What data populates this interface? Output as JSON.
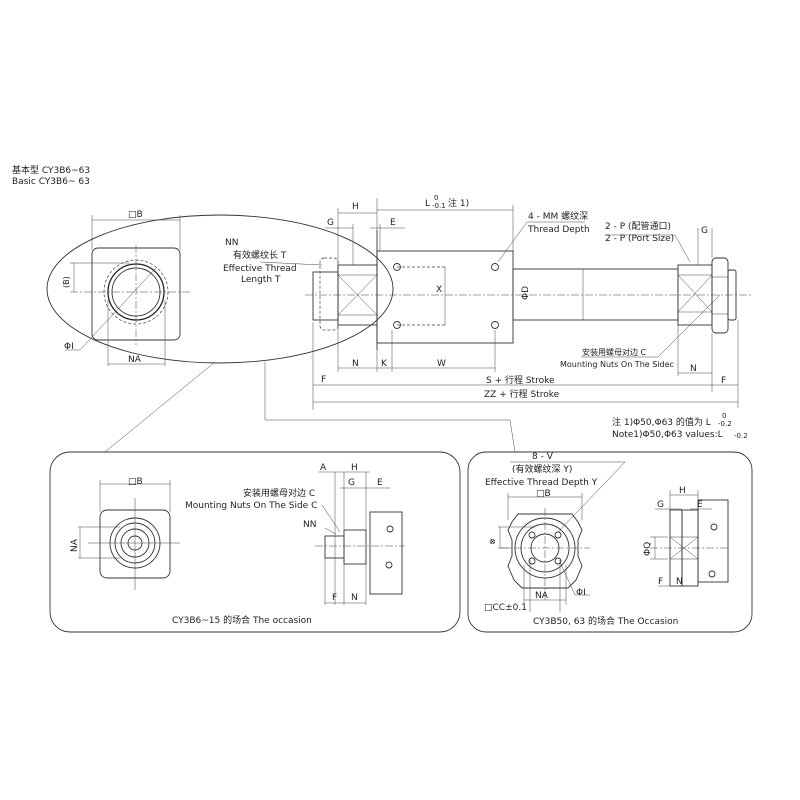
{
  "title": {
    "cn": "基本型 CY3B6~63",
    "en": "Basic CY3B6~ 63"
  },
  "main_view": {
    "sq_b": "□B",
    "b_paren": "(B)",
    "phi_i": "ΦI",
    "na": "NA",
    "nn": "NN",
    "nn_cn": "有效螺纹长 T",
    "nn_en1": "Effective Thread",
    "nn_en2": "Length T",
    "h": "H",
    "g": "G",
    "e": "E",
    "l": "L",
    "l_tol_up": "0",
    "l_tol_low": "-0.1",
    "l_note": "注 1)",
    "mm_cn": "4 - MM 螺纹深",
    "mm_en": "Thread Depth",
    "p_cn": "2 - P (配管通口)",
    "p_en": "2 - P (Port Size)",
    "g_right": "G",
    "x": "X",
    "phi_d": "ΦD",
    "nut_cn": "安装用螺母对边 C",
    "nut_en": "Mounting Nuts On The Sidec",
    "f": "F",
    "n": "N",
    "k": "K",
    "w": "W",
    "n_right": "N",
    "f_right": "F",
    "s_stroke": "S + 行程 Stroke",
    "zz_stroke": "ZZ + 行程 Stroke"
  },
  "notes": {
    "cn": "注 1)Φ50,Φ63 的值为 L",
    "cn_tol_up": "0",
    "cn_tol_low": "-0.2",
    "en": "Note1)Φ50,Φ63 values:L",
    "en_tol_low": "-0.2"
  },
  "detail_small": {
    "sq_b": "□B",
    "na": "NA",
    "a": "A",
    "h": "H",
    "g": "G",
    "e": "E",
    "nut_cn": "安装用螺母对边 C",
    "nut_en": "Mounting Nuts On The Side C",
    "nn": "NN",
    "f": "F",
    "n": "N",
    "caption": "CY3B6~15 的场合 The occasion"
  },
  "detail_large": {
    "v": "8 - V",
    "v_cn": "(有效螺纹深 Y)",
    "v_en": "Effective Thread Depth Y",
    "sq_b": "□B",
    "na": "NA",
    "phi_i": "ΦI",
    "cc": "□CC±0.1",
    "q": "ΦQ",
    "h": "H",
    "g": "G",
    "e": "E",
    "f": "F",
    "n": "N",
    "caption": "CY3B50, 63 的场合 The Occasion"
  }
}
